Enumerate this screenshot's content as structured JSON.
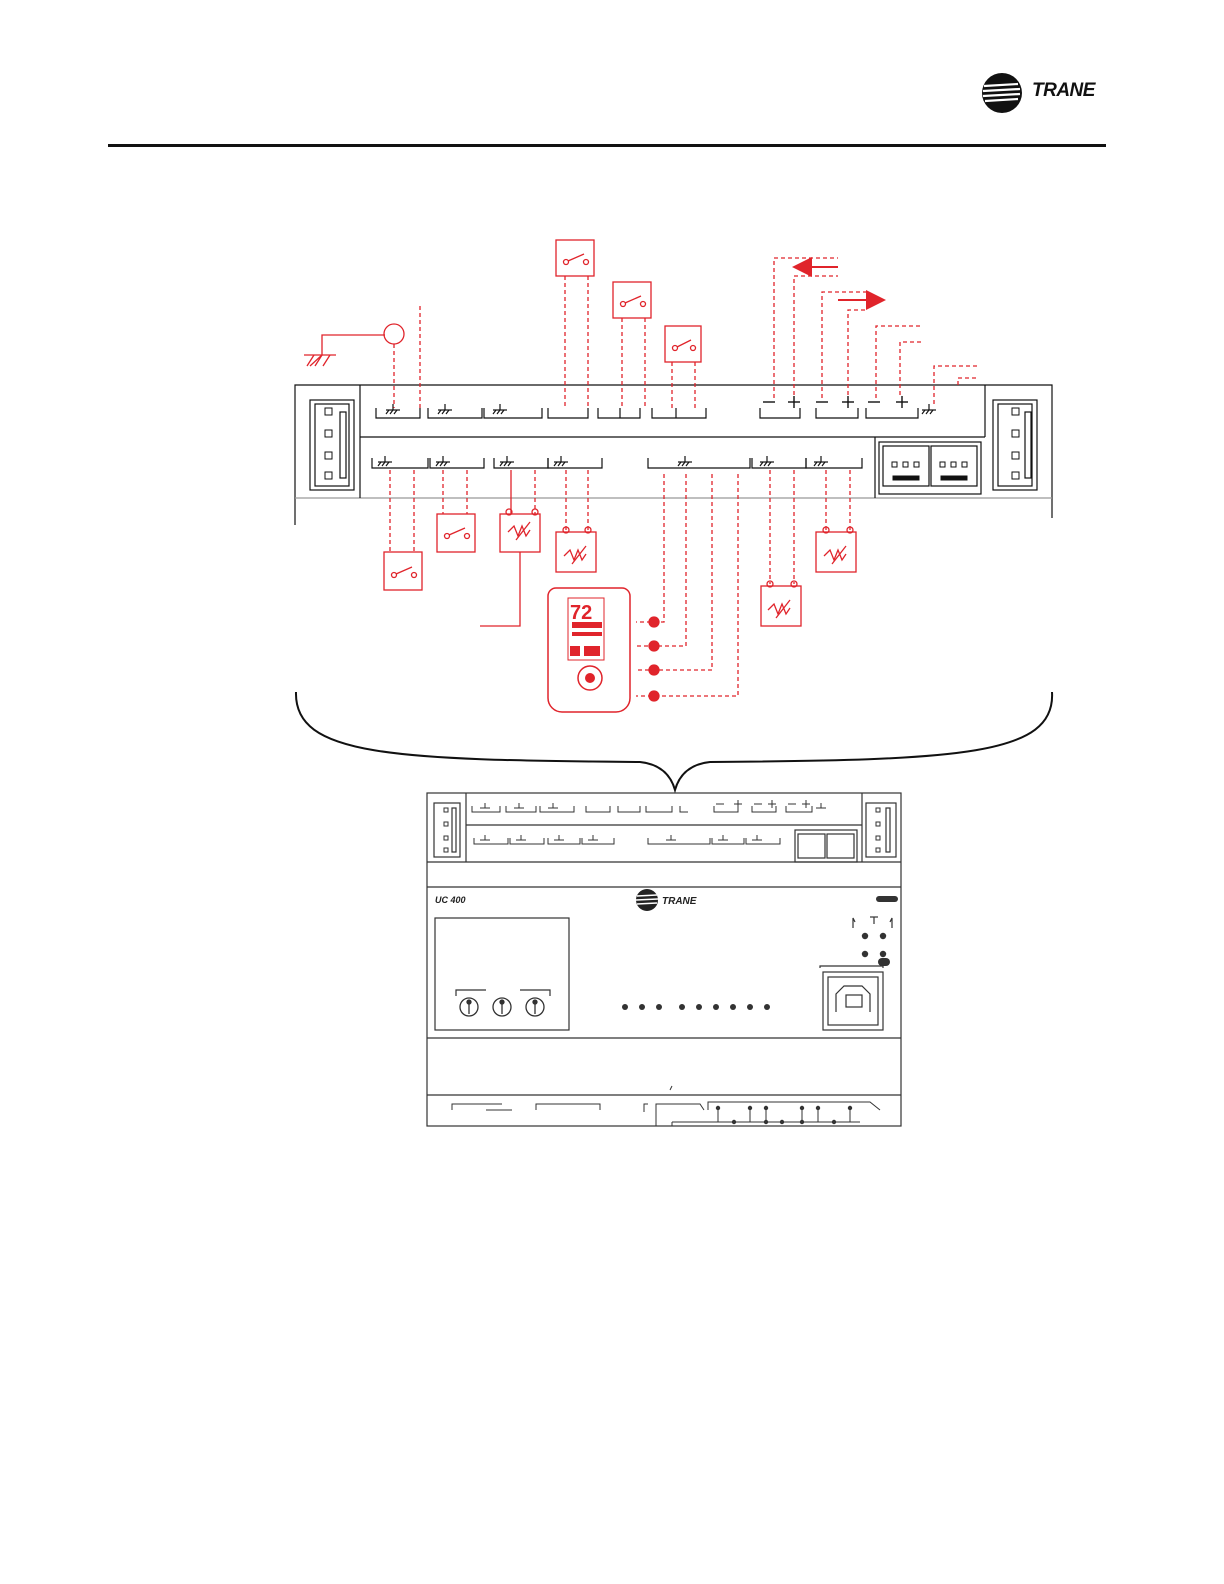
{
  "brand": {
    "header_logo_text": "TRANE",
    "device_logo_text": "TRANE"
  },
  "device": {
    "model_label": "UC 400"
  },
  "colors": {
    "wiring": "#e0242b",
    "line": "#111111",
    "device_outline": "#333333"
  },
  "thermostat": {
    "display_digits": "72"
  }
}
